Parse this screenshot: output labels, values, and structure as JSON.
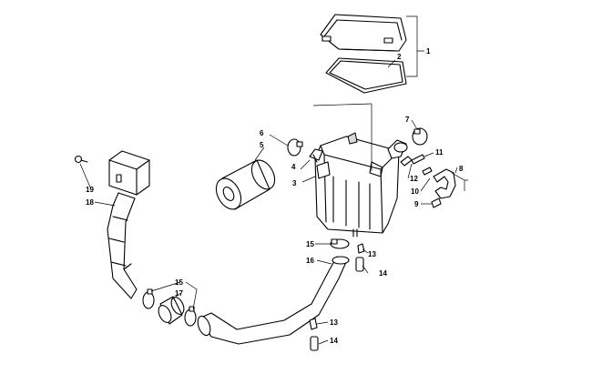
{
  "diagram": {
    "callouts": [
      {
        "id": "c1",
        "text": "1"
      },
      {
        "id": "c2",
        "text": "2"
      },
      {
        "id": "c3",
        "text": "3"
      },
      {
        "id": "c4",
        "text": "4"
      },
      {
        "id": "c5",
        "text": "5"
      },
      {
        "id": "c6",
        "text": "6"
      },
      {
        "id": "c7",
        "text": "7"
      },
      {
        "id": "c8",
        "text": "8"
      },
      {
        "id": "c9",
        "text": "9"
      },
      {
        "id": "c10",
        "text": "10"
      },
      {
        "id": "c11",
        "text": "11"
      },
      {
        "id": "c12",
        "text": "12"
      },
      {
        "id": "c13a",
        "text": "13"
      },
      {
        "id": "c13b",
        "text": "13"
      },
      {
        "id": "c14a",
        "text": "14"
      },
      {
        "id": "c14b",
        "text": "14"
      },
      {
        "id": "c15a",
        "text": "15"
      },
      {
        "id": "c15b",
        "text": "15"
      },
      {
        "id": "c16",
        "text": "16"
      },
      {
        "id": "c17",
        "text": "17"
      },
      {
        "id": "c18",
        "text": "18"
      },
      {
        "id": "c19",
        "text": "19"
      }
    ]
  }
}
